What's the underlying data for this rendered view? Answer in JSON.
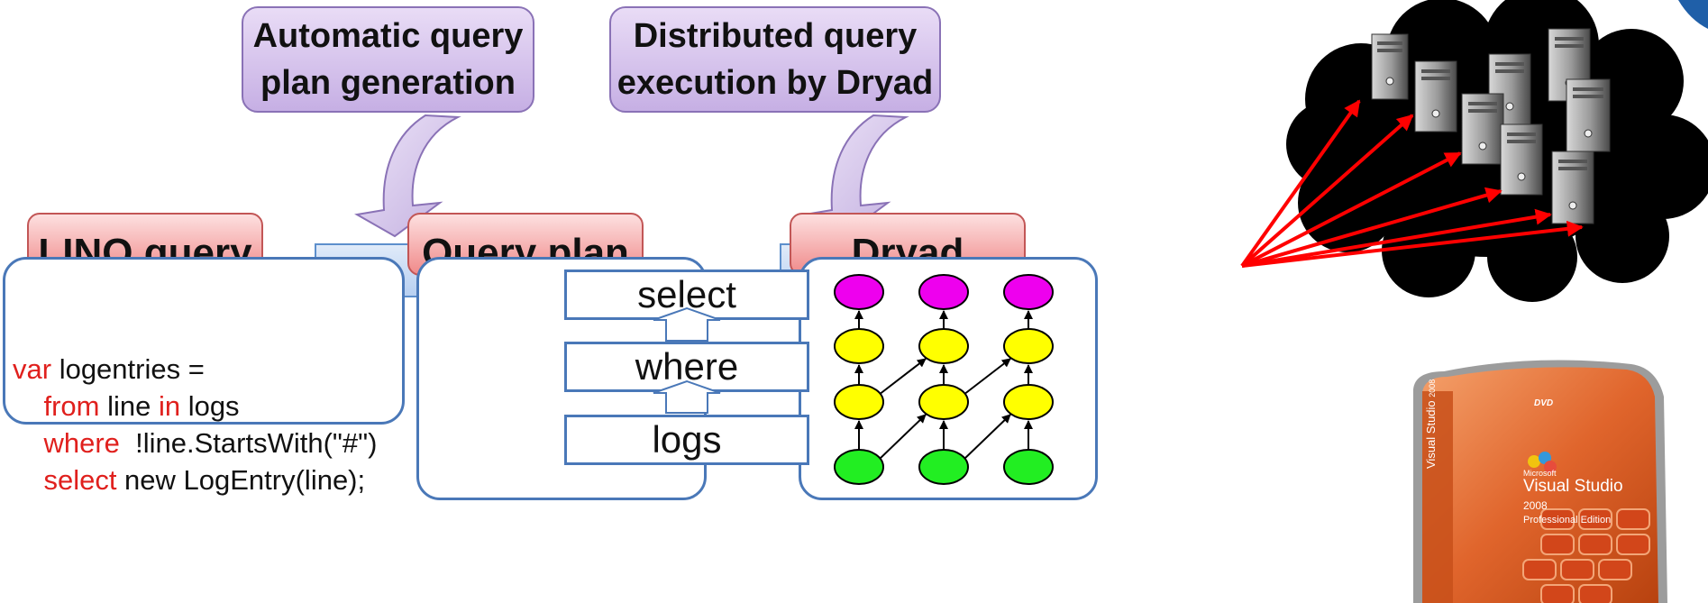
{
  "callouts": {
    "plan_generation": [
      "Automatic query",
      "plan generation"
    ],
    "execution": [
      "Distributed query",
      "execution by Dryad"
    ]
  },
  "stages": {
    "linq": "LINQ query",
    "plan": "Query plan",
    "dryad": "Dryad"
  },
  "code": {
    "line1": {
      "kw": "var",
      "rest": " logentries ="
    },
    "line2": {
      "kw1": "from",
      "mid": " line ",
      "kw2": "in",
      "rest": " logs"
    },
    "line3": {
      "kw": "where",
      "rest": "  !line.StartsWith(\"#\")"
    },
    "line4": {
      "kw": "select",
      "rest": " new LogEntry(line);"
    }
  },
  "plan_steps": [
    "select",
    "where",
    "logs"
  ],
  "product_box": {
    "brand": "Microsoft",
    "name": "Visual Studio",
    "year": "2008",
    "edition": "Professional Edition",
    "badge": "DVD"
  },
  "colors": {
    "keyword": "#e0201d",
    "vertex_top": "#ee00ee",
    "vertex_mid": "#ffff00",
    "vertex_bottom": "#22ee22",
    "cluster_arrows": "#ff0000",
    "panel_border": "#4a78b8"
  }
}
